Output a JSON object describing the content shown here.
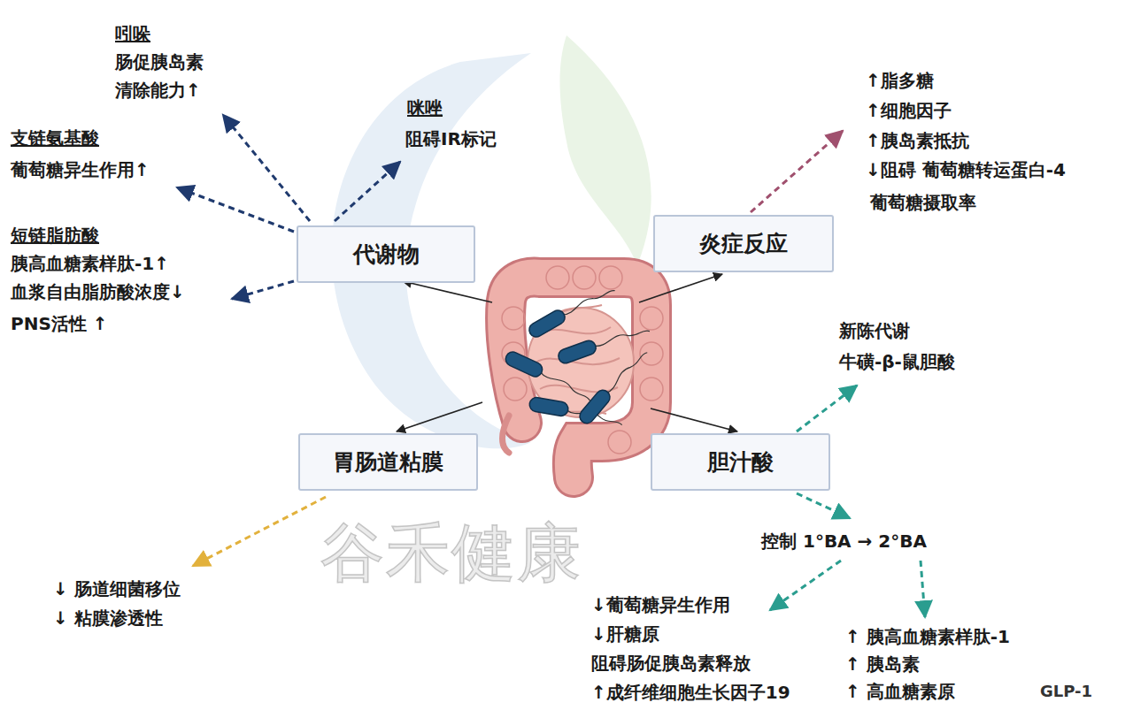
{
  "diagram": {
    "nodes": [
      {
        "text": [
          "代谢物"
        ]
      },
      {
        "text": [
          "炎症反应"
        ]
      },
      {
        "text": [
          "胃肠道粘膜"
        ]
      },
      {
        "text": [
          "胆汁酸"
        ]
      }
    ],
    "labels": [
      "吲哚",
      "肠促胰岛素",
      "清除能力↑",
      "咪唑",
      "阻碍IR标记",
      "支链氨基酸",
      "葡萄糖异生作用↑",
      "短链脂肪酸",
      "胰高血糖素样肽-1↑",
      "血浆自由脂肪酸浓度↓",
      "PNS活性 ↑",
      "↑脂多糖",
      "↑细胞因子",
      "↑胰岛素抵抗",
      "↓阻碍 葡萄糖转运蛋白-4",
      "葡萄糖摄取率",
      "新陈代谢",
      "牛磺-β-鼠胆酸",
      "控制 1°BA → 2°BA",
      "↓葡萄糖异生作用",
      "↓肝糖原",
      "阻碍肠促胰岛素释放",
      "↑成纤维细胞生长因子19",
      "↑ 胰高血糖素样肽-1",
      "↑ 胰岛素",
      "↑ 高血糖素原",
      "GLP-1",
      "↓ 肠道细菌移位",
      "↓ 粘膜渗透性",
      "谷禾健康"
    ]
  }
}
